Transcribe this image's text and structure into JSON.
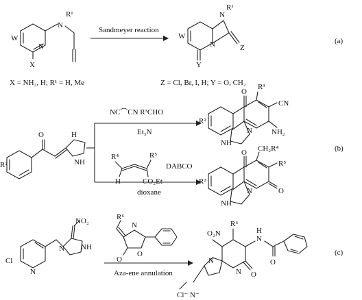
{
  "scheme_a": {
    "reagent_label": "Sandmeyer reaction",
    "panel_label": "(a)",
    "sm_conditions": "X = NH₂, H; R¹ = H, Me",
    "product_conditions": "Z = Cl, Br, I, H; Y = O, CH₂",
    "atoms": {
      "W": "W",
      "X": "X",
      "N": "N",
      "R1": "R¹",
      "Y": "Y",
      "Z": "Z"
    }
  },
  "scheme_b": {
    "panel_label": "(b)",
    "reagents_top": "NC⌒CN   R³CHO",
    "base_top": "Et₃N",
    "reagent_allene_r4": "R⁴",
    "reagent_allene_r5": "R⁵",
    "reagent_allene_h": "H",
    "reagent_allene_ester": "CO₂Et",
    "base_bottom": "DABCO",
    "solvent_bottom": "dioxane",
    "atoms": {
      "R2": "R²",
      "R3": "R³",
      "CN": "CN",
      "NH2": "NH₂",
      "CH2R4": "CH₂R⁴",
      "R5": "R⁵",
      "O": "O",
      "N": "N",
      "NH": "NH",
      "H": "H"
    }
  },
  "scheme_c": {
    "panel_label": "(c)",
    "reagent_label": "Aza-ene annulation",
    "atoms": {
      "NO2": "NO₂",
      "R6": "R⁶",
      "Cl": "Cl",
      "N": "N",
      "NH": "NH",
      "O": "O",
      "H": "H",
      "O2N": "O₂N",
      "ClN": "Cl⁻   N⁻"
    }
  }
}
